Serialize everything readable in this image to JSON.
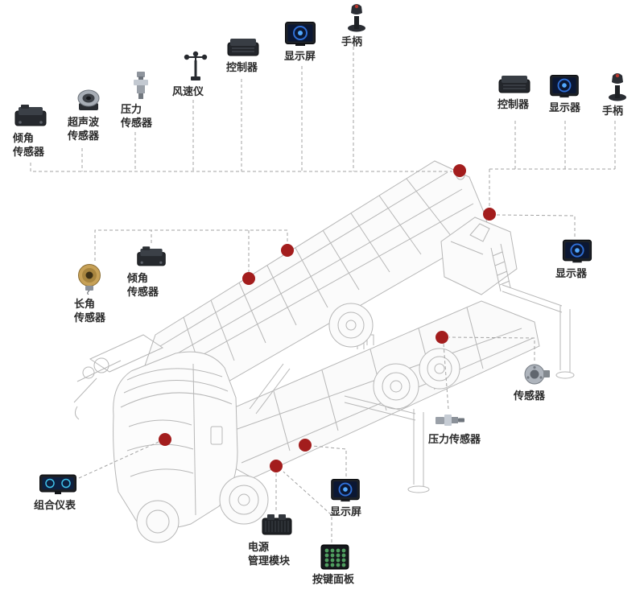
{
  "diagram": {
    "description_colors": {
      "connection_dot": "#a31d1d",
      "connector_line": "#a3a3a3",
      "label_text": "#2a2a2a",
      "wireframe": "#b7b7b7"
    }
  },
  "components": [
    {
      "id": "tilt-sensor-top-left",
      "label": "倾角\n传感器",
      "icon": "tilt-sensor-icon"
    },
    {
      "id": "ultrasonic-sensor",
      "label": "超声波\n传感器",
      "icon": "ultrasonic-sensor-icon"
    },
    {
      "id": "pressure-sensor-top",
      "label": "压力\n传感器",
      "icon": "pressure-sensor-icon"
    },
    {
      "id": "anemometer",
      "label": "风速仪",
      "icon": "anemometer-icon"
    },
    {
      "id": "controller-top",
      "label": "控制器",
      "icon": "controller-icon"
    },
    {
      "id": "display-top",
      "label": "显示屏",
      "icon": "display-icon"
    },
    {
      "id": "joystick-top",
      "label": "手柄",
      "icon": "joystick-icon"
    },
    {
      "id": "controller-right",
      "label": "控制器",
      "icon": "controller-icon"
    },
    {
      "id": "display-right",
      "label": "显示器",
      "icon": "display-icon"
    },
    {
      "id": "joystick-right",
      "label": "手柄",
      "icon": "joystick-icon"
    },
    {
      "id": "display-mid-right",
      "label": "显示器",
      "icon": "display-icon"
    },
    {
      "id": "sensor-right",
      "label": "传感器",
      "icon": "round-sensor-icon"
    },
    {
      "id": "pressure-sensor-right",
      "label": "压力传感器",
      "icon": "pressure-sensor-h-icon"
    },
    {
      "id": "display-bottom",
      "label": "显示屏",
      "icon": "display-icon"
    },
    {
      "id": "keypad-panel",
      "label": "按键面板",
      "icon": "keypad-icon"
    },
    {
      "id": "power-module",
      "label": "电源\n管理模块",
      "icon": "power-module-icon"
    },
    {
      "id": "instrument-cluster",
      "label": "组合仪表",
      "icon": "instrument-cluster-icon"
    },
    {
      "id": "drawwire-sensor",
      "label": "长角\n传感器",
      "icon": "drawwire-sensor-icon"
    },
    {
      "id": "tilt-sensor-mid",
      "label": "倾角\n传感器",
      "icon": "tilt-sensor-icon"
    }
  ]
}
